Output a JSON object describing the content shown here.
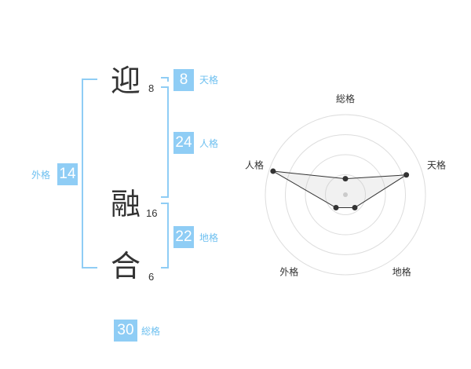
{
  "name": {
    "chars": [
      {
        "char": "迎",
        "strokes": "8"
      },
      {
        "char": "融",
        "strokes": "16"
      },
      {
        "char": "合",
        "strokes": "6"
      }
    ]
  },
  "grid": {
    "tenkaku": {
      "value": "8",
      "label": "天格"
    },
    "jinkaku": {
      "value": "24",
      "label": "人格"
    },
    "chikaku": {
      "value": "22",
      "label": "地格"
    },
    "gaikaku": {
      "value": "14",
      "label": "外格"
    },
    "soukaku": {
      "value": "30",
      "label": "総格"
    }
  },
  "colors": {
    "accent": "#8fcdf5",
    "accent_text": "#6ec0f0",
    "text": "#333333"
  },
  "chart_data": {
    "type": "radar",
    "axes": [
      "総格",
      "天格",
      "地格",
      "外格",
      "人格"
    ],
    "values": [
      0.2,
      0.8,
      0.2,
      0.2,
      0.95
    ],
    "rings": 4,
    "range": [
      0,
      1
    ]
  }
}
